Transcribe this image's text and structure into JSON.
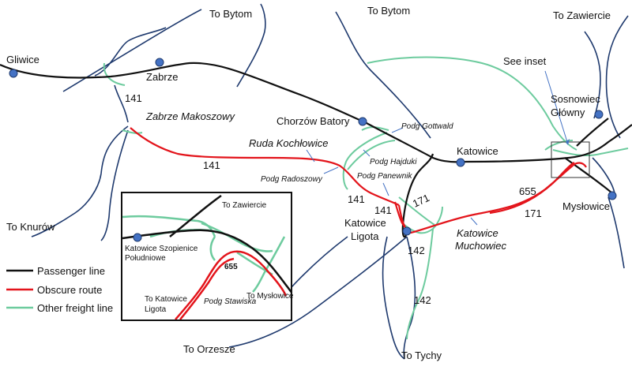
{
  "colors": {
    "passenger": "#111111",
    "obscure": "#e3141b",
    "freight": "#6dcb9e",
    "branch": "#1f3a6e",
    "station": "#4472c4"
  },
  "destinations": {
    "to_bytom_1": "To Bytom",
    "to_bytom_2": "To Bytom",
    "to_zawiercie": "To Zawiercie",
    "to_knurow": "To Knurów",
    "to_orzesze": "To Orzesze",
    "to_tychy": "To Tychy"
  },
  "stations": {
    "gliwice": "Gliwice",
    "zabrze": "Zabrze",
    "chorzow_batory": "Chorzów Batory",
    "katowice": "Katowice",
    "sosnowiec_1": "Sosnowiec",
    "sosnowiec_2": "Główny",
    "myslowice": "Mysłowice",
    "katowice_ligota_1": "Katowice",
    "katowice_ligota_2": "Ligota"
  },
  "places": {
    "zabrze_makoszowy": "Zabrze Makoszowy",
    "ruda_kochlowice": "Ruda Kochłowice",
    "katowice_muchowiec_1": "Katowice",
    "katowice_muchowiec_2": "Muchowiec"
  },
  "posts": {
    "gottwald": "Podg Gottwald",
    "hajduki": "Podg Hajduki",
    "radoszowy": "Podg Radoszowy",
    "panewnik": "Podg Panewnik"
  },
  "line_numbers": {
    "l141_a": "141",
    "l141_b": "141",
    "l141_c": "141",
    "l141_d": "141",
    "l171_a": "171",
    "l171_b": "171",
    "l142_a": "142",
    "l142_b": "142",
    "l655": "655"
  },
  "see_inset": "See inset",
  "inset": {
    "to_zawiercie": "To Zawiercie",
    "station_1": "Katowice Szopienice",
    "station_2": "Południowe",
    "line_655": "655",
    "to_katowice_1": "To Katowice",
    "to_katowice_2": "Ligota",
    "podg_stawiska": "Podg Stawiska",
    "to_myslowice": "To Mysłowice"
  },
  "legend": {
    "passenger": "Passenger line",
    "obscure": "Obscure route",
    "freight": "Other freight line"
  }
}
